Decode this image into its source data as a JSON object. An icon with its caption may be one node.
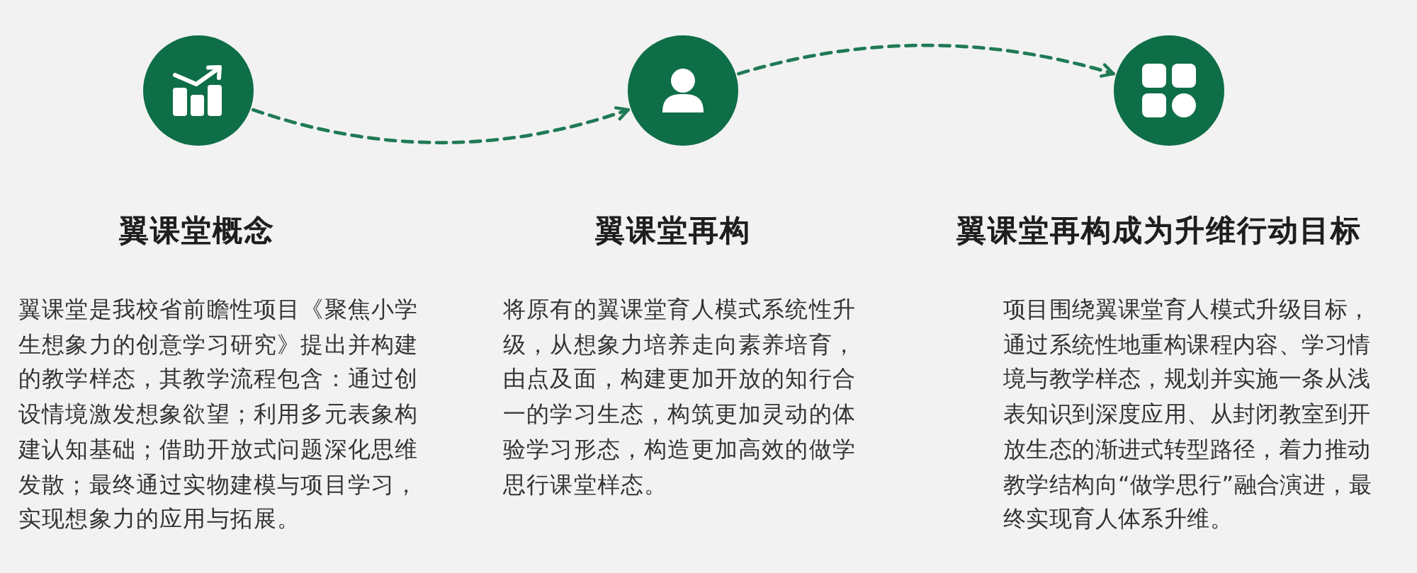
{
  "diagram": {
    "nodes": [
      {
        "text": [],
        "shape": "circle",
        "beside": [
          "翼课堂概念",
          "翼课堂是我校省前瞻性项目《聚焦小学生想象力的创意学习研究》提出并构建的教学样态，其教学流程包含：通过创设情境激发想象欲望；利用多元表象构建认知基础；借助开放式问题深化思维发散；最终通过实物建模与项目学习，实现想象力的应用与拓展。"
        ]
      },
      {
        "text": [],
        "shape": "circle",
        "beside": [
          "翼课堂再构",
          "将原有的翼课堂育人模式系统性升级，从想象力培养走向素养培育，由点及面，构建更加开放的知行合一的学习生态，构筑更加灵动的体验学习形态，构造更加高效的做学思行课堂样态。"
        ]
      },
      {
        "text": [],
        "shape": "circle",
        "beside": [
          "翼课堂再构成为升维行动目标",
          "项目围绕翼课堂育人模式升级目标，通过系统性地重构课程内容、学习情境与教学样态，规划并实施一条从浅表知识到深度应用、从封闭教室到开放生态的渐进式转型路径，着力推动教学结构向“做学思行”融合演进，最终实现育人体系升维。"
        ]
      }
    ],
    "edges": [
      {
        "from": 0,
        "to": 1,
        "arrow": "to",
        "style": "dashed"
      },
      {
        "from": 1,
        "to": 2,
        "arrow": "to",
        "style": "dashed"
      }
    ]
  }
}
